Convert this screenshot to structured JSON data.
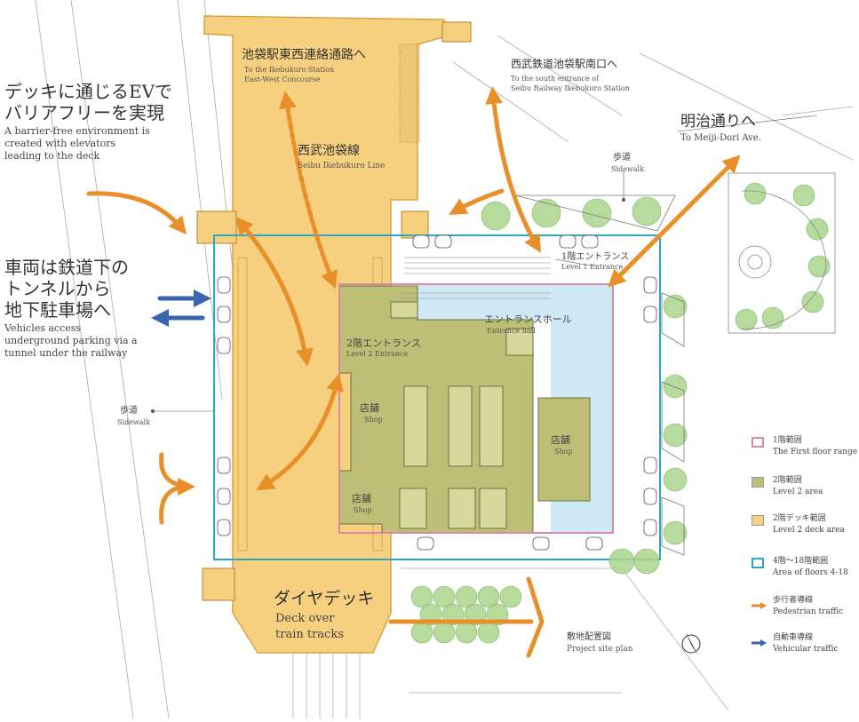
{
  "labels": {
    "concourse_jp": "池袋駅東西連絡通路へ",
    "concourse_en1": "To the Ikebukuro Station",
    "concourse_en2": "East-West Concourse",
    "seibu_south_jp": "西武鉄道池袋駅南口へ",
    "seibu_south_en1": "To the south entrance of",
    "seibu_south_en2": "Seibu Railway Ikebukuro Station",
    "meiji_jp": "明治通りへ",
    "meiji_en": "To Meiji-Dori Ave.",
    "line_jp": "西武池袋線",
    "line_en": "Seibu Ikebukuro Line",
    "deck_ev_jp1": "デッキに通じるEVで",
    "deck_ev_jp2": "バリアフリーを実現",
    "deck_ev_en1": "A barrier-free environment is",
    "deck_ev_en2": "created with elevators",
    "deck_ev_en3": "leading to the deck",
    "vehicle_jp1": "車両は鉄道下の",
    "vehicle_jp2": "トンネルから",
    "vehicle_jp3": "地下駐車場へ",
    "vehicle_en1": "Vehicles access",
    "vehicle_en2": "underground parking via a",
    "vehicle_en3": "tunnel under the railway",
    "sidewalk_jp": "歩道",
    "sidewalk_en": "Sidewalk",
    "entrance1_jp": "1階エントランス",
    "entrance1_en": "Level 1 Entrance",
    "hall_jp": "エントランスホール",
    "hall_en": "Entrance hall",
    "entrance2_jp": "2階エントランス",
    "entrance2_en": "Level 2 Entrance",
    "shop_jp": "店舗",
    "shop_en": "Shop",
    "diamond_jp": "ダイヤデッキ",
    "diamond_en1": "Deck over",
    "diamond_en2": "train tracks",
    "siteplan_jp": "敷地配置図",
    "siteplan_en": "Project site plan"
  },
  "legend": [
    {
      "jp": "1階範囲",
      "en": "The First floor range",
      "kind": "box",
      "color": "#d98aa3"
    },
    {
      "jp": "2階範囲",
      "en": "Level 2 area",
      "kind": "fill",
      "color": "#bdbf76"
    },
    {
      "jp": "2階デッキ範囲",
      "en": "Level 2 deck area",
      "kind": "fill",
      "color": "#f6d07f"
    },
    {
      "jp": "4階～18階範囲",
      "en": "Area of floors 4-18",
      "kind": "box",
      "color": "#2fa8bf"
    },
    {
      "jp": "歩行者導線",
      "en": "Pedestrian traffic",
      "kind": "arrow",
      "color": "#e98f2a"
    },
    {
      "jp": "自動車導線",
      "en": "Vehicular traffic",
      "kind": "arrow",
      "color": "#3a64ae"
    }
  ],
  "colors": {
    "deck": "#f6d07f",
    "deck_edge": "#d9a33e",
    "level2": "#bdbf76",
    "floor1": "#d98aa3",
    "tower": "#2fa8bf",
    "hall": "#cfe8f5",
    "pedestrian": "#e98f2a",
    "vehicular": "#3a64ae",
    "tree": "#a9d58c"
  }
}
